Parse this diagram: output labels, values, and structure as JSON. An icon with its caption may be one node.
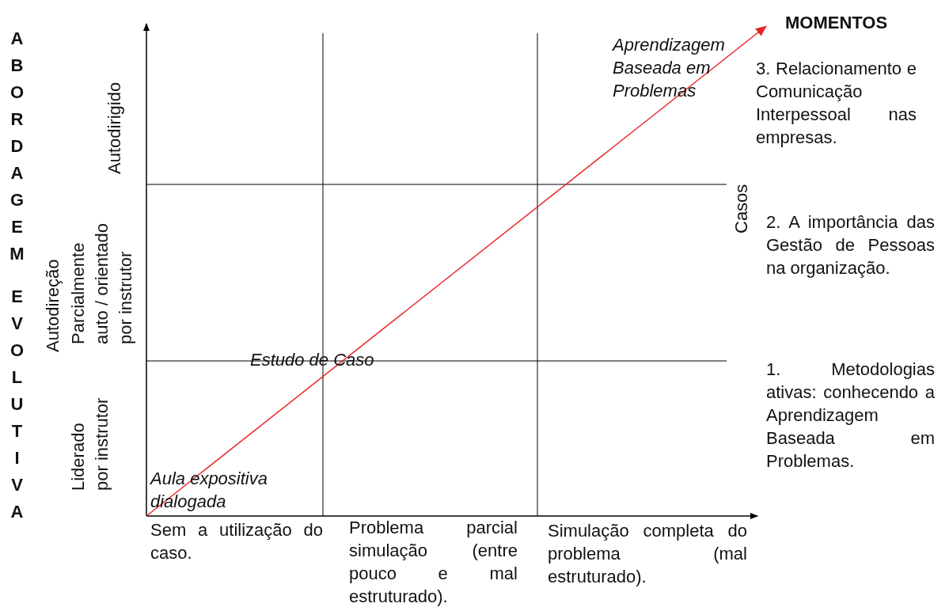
{
  "diagram": {
    "labels": [
      "ABORDAGEM",
      "EVOLUTIVA",
      "Autodirigido",
      "Autodireção",
      "Parcialmente auto / orientado por instrutor",
      "Liderado por instrutor",
      "Aprendizagem Baseada em Problemas",
      "Estudo de Caso",
      "Aula expositiva dialogada",
      "Sem a utilização do caso.",
      "Problema parcial simulação (entre pouco e mal estruturado).",
      "Simulação completa do problema (mal estruturado).",
      "MOMENTOS",
      "3. Relacionamento e Comunicação Interpessoal nas empresas.",
      "Casos",
      "2. A importância das Gestão de Pessoas na organização.",
      "1. Metodologias ativas: conhecendo a Aprendizagem Baseada em Problemas."
    ]
  }
}
